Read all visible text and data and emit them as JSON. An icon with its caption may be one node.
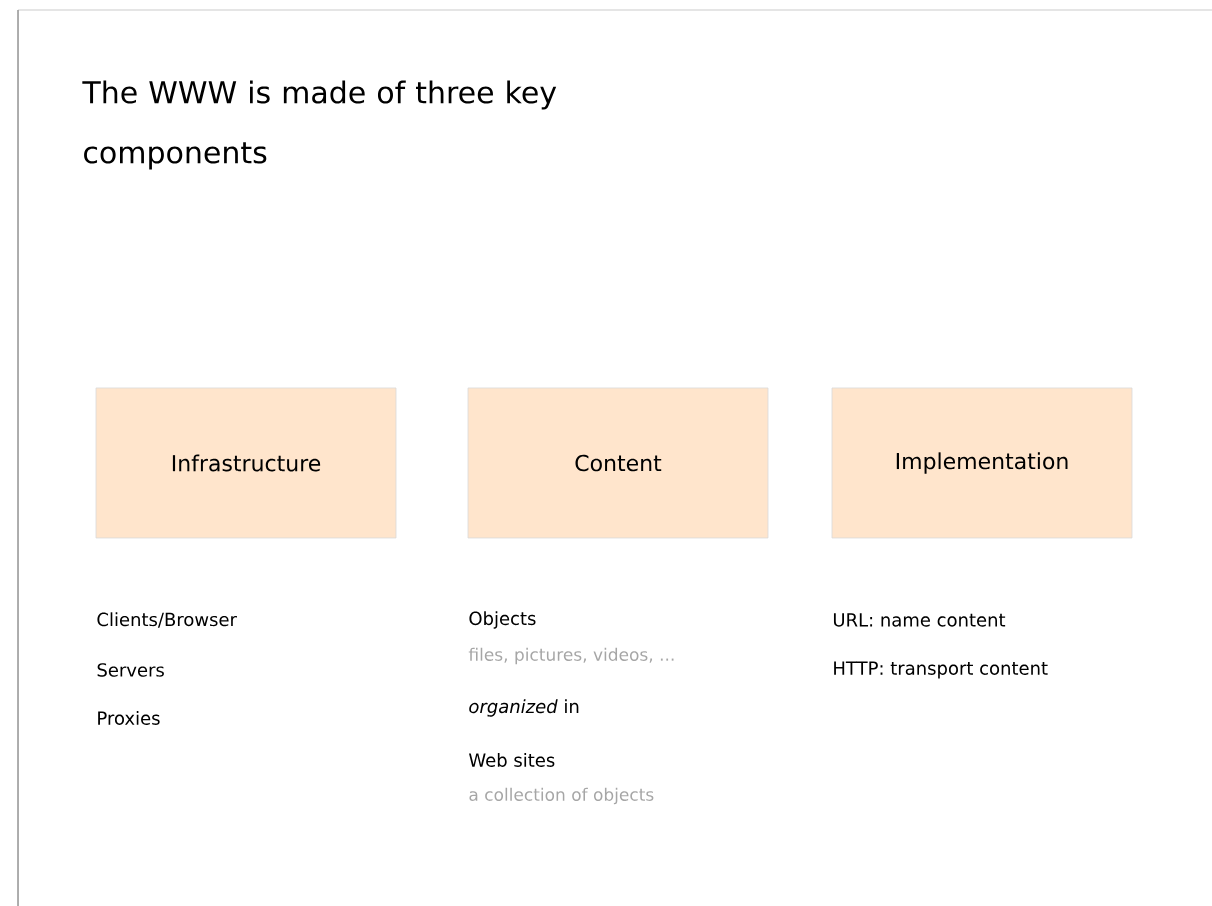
{
  "diagram": {
    "title": "The WWW is made of three key components",
    "nodes": [
      {
        "text": [
          "Infrastructure"
        ],
        "beside": [
          "Clients/Browser",
          "Servers",
          "Proxies"
        ]
      },
      {
        "text": [
          "Content"
        ],
        "beside": [
          "Objects",
          "files, pictures, videos, ...",
          "*organized* in",
          "Web sites",
          "a collection of objects"
        ]
      },
      {
        "text": [
          "Implementation"
        ],
        "beside": [
          "URL: name content",
          "HTTP: transport content"
        ]
      }
    ]
  }
}
